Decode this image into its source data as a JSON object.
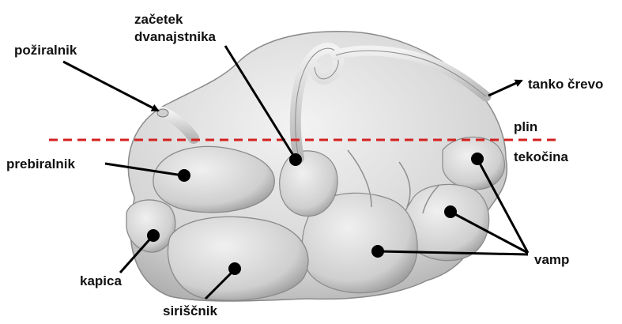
{
  "labels": {
    "esophagus": "požiralnik",
    "duodenum_start_line1": "začetek",
    "duodenum_start_line2": "dvanajstnika",
    "small_intestine": "tanko črevo",
    "gas": "plin",
    "liquid": "tekočina",
    "reticulum_sorter": "prebiralnik",
    "cap": "kapica",
    "abomasum": "siriščnik",
    "rumen": "vamp"
  },
  "colors": {
    "organ_fill": "#d9d9d9",
    "organ_dark": "#9a9a9a",
    "organ_light": "#f2f2f2",
    "gas_liquid_line": "#d42020",
    "pointer": "#000000",
    "text": "#111111"
  }
}
